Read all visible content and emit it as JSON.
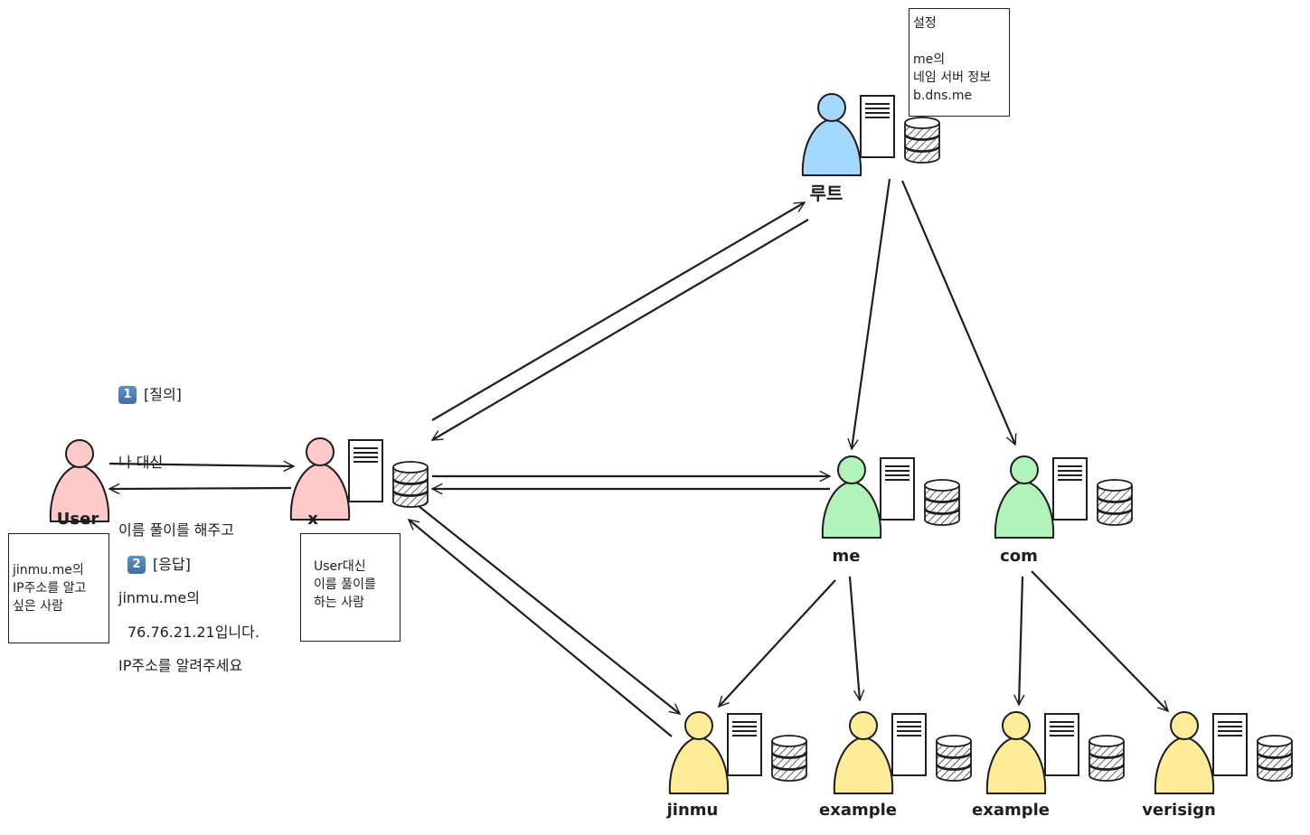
{
  "diagram": {
    "title": "DNS recursive name resolution",
    "colors": {
      "stroke": "#1e1e1e",
      "user_fill": "#ffc9c9",
      "root_fill": "#a5d8ff",
      "tld_fill": "#b2f2bb",
      "leaf_fill": "#ffec99",
      "badge": "#4a7fb5"
    },
    "nodes": [
      {
        "id": "user",
        "label": "User",
        "role": "client",
        "color": "user_fill"
      },
      {
        "id": "x",
        "label": "x",
        "role": "resolver",
        "color": "user_fill"
      },
      {
        "id": "root",
        "label": "루트",
        "role": "root-nameserver",
        "color": "root_fill"
      },
      {
        "id": "me",
        "label": "me",
        "role": "tld-nameserver",
        "color": "tld_fill"
      },
      {
        "id": "com",
        "label": "com",
        "role": "tld-nameserver",
        "color": "tld_fill"
      },
      {
        "id": "jinmu",
        "label": "jinmu",
        "role": "authoritative",
        "color": "leaf_fill"
      },
      {
        "id": "example_me",
        "label": "example",
        "role": "authoritative",
        "color": "leaf_fill"
      },
      {
        "id": "example_com",
        "label": "example",
        "role": "authoritative",
        "color": "leaf_fill"
      },
      {
        "id": "verisign",
        "label": "verisign",
        "role": "authoritative",
        "color": "leaf_fill"
      }
    ],
    "edges": [
      {
        "from": "user",
        "to": "x"
      },
      {
        "from": "x",
        "to": "user"
      },
      {
        "from": "x",
        "to": "root"
      },
      {
        "from": "root",
        "to": "x"
      },
      {
        "from": "x",
        "to": "me"
      },
      {
        "from": "me",
        "to": "x"
      },
      {
        "from": "x",
        "to": "jinmu"
      },
      {
        "from": "jinmu",
        "to": "x"
      },
      {
        "from": "root",
        "to": "me"
      },
      {
        "from": "root",
        "to": "com"
      },
      {
        "from": "me",
        "to": "jinmu"
      },
      {
        "from": "me",
        "to": "example_me"
      },
      {
        "from": "com",
        "to": "example_com"
      },
      {
        "from": "com",
        "to": "verisign"
      }
    ],
    "query": {
      "badge": "1",
      "title": "[질의]",
      "lines": [
        "나 대신",
        "이름 풀이를 해주고",
        "jinmu.me의",
        "IP주소를 알려주세요"
      ]
    },
    "response": {
      "badge": "2",
      "title": "[응답]",
      "lines": [
        "76.76.21.21입니다."
      ]
    },
    "notes": {
      "root_settings": [
        "설정",
        "",
        "me의",
        "네임 서버 정보",
        "b.dns.me"
      ],
      "user_note": [
        "jinmu.me의",
        "IP주소를 알고",
        "싶은 사람"
      ],
      "x_note": [
        "User대신",
        "이름 풀이를",
        "하는 사람"
      ]
    }
  }
}
